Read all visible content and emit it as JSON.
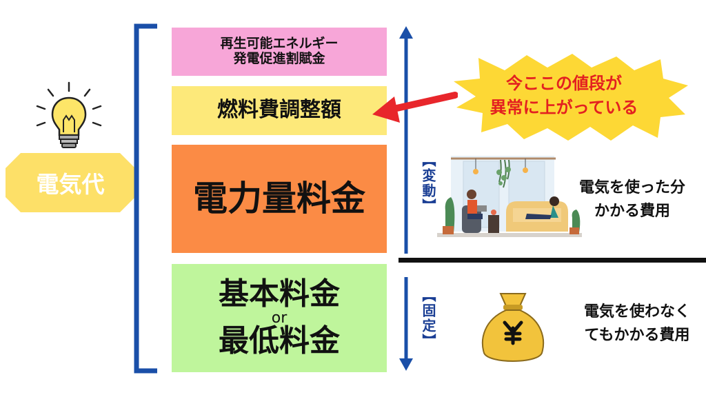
{
  "main_label": "電気代",
  "boxes": {
    "renewable_line1": "再生可能エネルギー",
    "renewable_line2": "発電促進割賦金",
    "fuel": "燃料費調整額",
    "usage": "電力量料金",
    "basic_line1": "基本料金",
    "basic_or": "or",
    "basic_line2": "最低料金"
  },
  "callout": {
    "line1": "今ここの値段が",
    "line2": "異常に上がっている"
  },
  "variable": {
    "label": "【変動】",
    "desc_line1": "電気を使った分",
    "desc_line2": "かかる費用"
  },
  "fixed": {
    "label": "【固定】",
    "desc_line1": "電気を使わなく",
    "desc_line2": "てもかかる費用"
  },
  "icons": [
    "lightbulb-icon",
    "money-bag-icon",
    "living-room-illustration"
  ],
  "colors": {
    "renewable": "#f7a6d8",
    "fuel": "#fde97a",
    "usage": "#fb8b45",
    "basic": "#bff59c",
    "label_badge": "#fde068",
    "burst": "#fdd835",
    "bracket": "#1a4fa8",
    "arrow_red": "#e8262b"
  }
}
